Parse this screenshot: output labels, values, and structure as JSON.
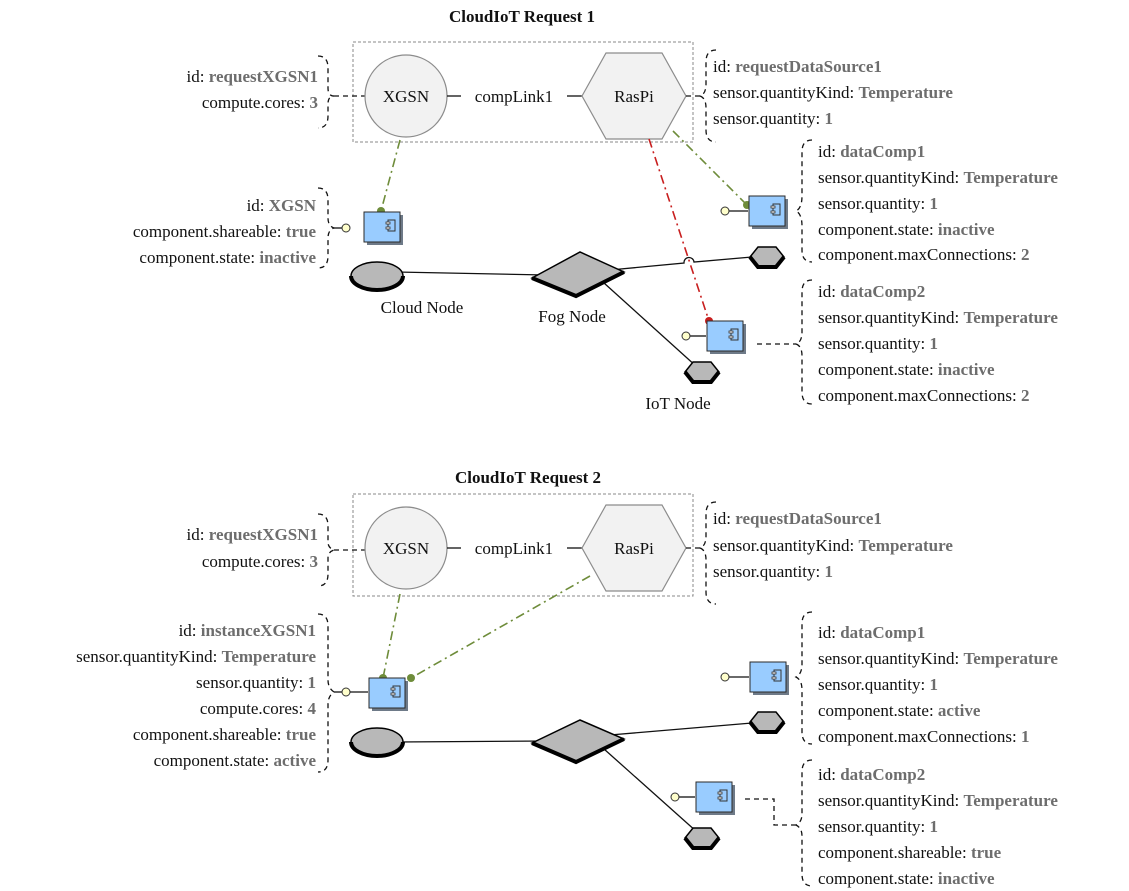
{
  "requests": [
    {
      "title": "CloudIoT Request 1",
      "left_block": [
        {
          "key": "id: ",
          "value": "requestXGSN1"
        },
        {
          "key": "compute.cores: ",
          "value": "3"
        }
      ],
      "xgsn_label": "XGSN",
      "link_label": "compLink1",
      "raspi_label": "RasPi",
      "right_block": [
        {
          "key": "id: ",
          "value": "requestDataSource1"
        },
        {
          "key": "sensor.quantityKind: ",
          "value": "Temperature"
        },
        {
          "key": "sensor.quantity: ",
          "value": "1"
        }
      ],
      "cloud_component": [
        {
          "key": "id: ",
          "value": "XGSN"
        },
        {
          "key": "component.shareable: ",
          "value": "true"
        },
        {
          "key": "component.state: ",
          "value": "inactive"
        }
      ],
      "data_comp_1": [
        {
          "key": "id: ",
          "value": "dataComp1"
        },
        {
          "key": "sensor.quantityKind: ",
          "value": "Temperature"
        },
        {
          "key": "sensor.quantity: ",
          "value": "1"
        },
        {
          "key": "component.state: ",
          "value": "inactive"
        },
        {
          "key": "component.maxConnections: ",
          "value": "2"
        }
      ],
      "data_comp_2": [
        {
          "key": "id: ",
          "value": "dataComp2"
        },
        {
          "key": "sensor.quantityKind: ",
          "value": "Temperature"
        },
        {
          "key": "sensor.quantity: ",
          "value": "1"
        },
        {
          "key": "component.state: ",
          "value": "inactive"
        },
        {
          "key": "component.maxConnections: ",
          "value": "2"
        }
      ],
      "node_labels": {
        "cloud": "Cloud Node",
        "fog": "Fog Node",
        "iot": "IoT Node"
      }
    },
    {
      "title": "CloudIoT Request 2",
      "left_block": [
        {
          "key": "id: ",
          "value": "requestXGSN1"
        },
        {
          "key": "compute.cores: ",
          "value": "3"
        }
      ],
      "xgsn_label": "XGSN",
      "link_label": "compLink1",
      "raspi_label": "RasPi",
      "right_block": [
        {
          "key": "id: ",
          "value": "requestDataSource1"
        },
        {
          "key": "sensor.quantityKind: ",
          "value": "Temperature"
        },
        {
          "key": "sensor.quantity: ",
          "value": "1"
        }
      ],
      "cloud_component": [
        {
          "key": "id: ",
          "value": "instanceXGSN1"
        },
        {
          "key": "sensor.quantityKind: ",
          "value": "Temperature"
        },
        {
          "key": "sensor.quantity: ",
          "value": "1"
        },
        {
          "key": "compute.cores: ",
          "value": "4"
        },
        {
          "key": "component.shareable: ",
          "value": "true"
        },
        {
          "key": "component.state: ",
          "value": "active"
        }
      ],
      "data_comp_1": [
        {
          "key": "id: ",
          "value": "dataComp1"
        },
        {
          "key": "sensor.quantityKind: ",
          "value": "Temperature"
        },
        {
          "key": "sensor.quantity: ",
          "value": "1"
        },
        {
          "key": "component.state: ",
          "value": "active"
        },
        {
          "key": "component.maxConnections: ",
          "value": "1"
        }
      ],
      "data_comp_2": [
        {
          "key": "id: ",
          "value": "dataComp2"
        },
        {
          "key": "sensor.quantityKind: ",
          "value": "Temperature"
        },
        {
          "key": "sensor.quantity: ",
          "value": "1"
        },
        {
          "key": "component.shareable: ",
          "value": "true"
        },
        {
          "key": "component.state: ",
          "value": "inactive"
        }
      ]
    }
  ],
  "colors": {
    "component_fill": "#99ccff",
    "node_fill": "#b8b8b8",
    "value_text": "#6d6d6d",
    "mapping_link_green": "#6e8c3a",
    "mapping_link_red": "#c81e1e"
  }
}
